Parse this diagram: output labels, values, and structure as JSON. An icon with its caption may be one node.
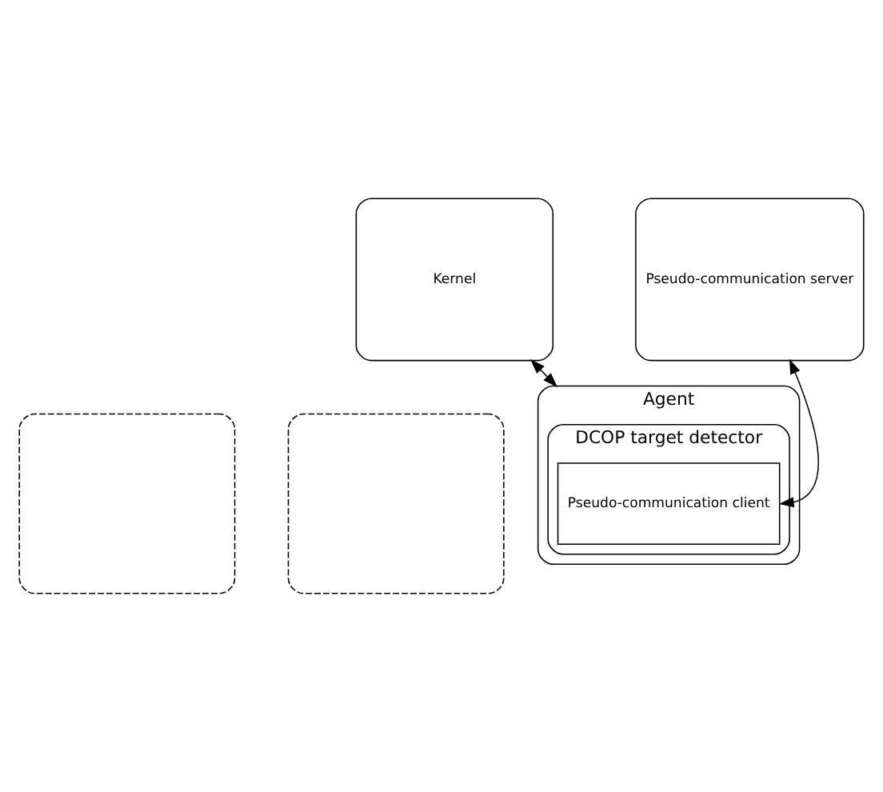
{
  "diagram": {
    "nodes": [
      {
        "text": [
          "Kernel"
        ]
      },
      {
        "text": [
          "Pseudo-communication server"
        ]
      },
      {
        "text": [
          "Agent"
        ]
      },
      {
        "text": [
          "DCOP target detector"
        ],
        "in": 2
      },
      {
        "text": [
          "Pseudo-communication client"
        ],
        "in": 3
      },
      {
        "text": [],
        "shape": "box"
      },
      {
        "text": [],
        "shape": "box"
      }
    ],
    "edges": [
      {
        "from": 0,
        "to": 2,
        "arrow": "both"
      },
      {
        "from": 4,
        "to": 1,
        "arrow": "both"
      }
    ]
  }
}
